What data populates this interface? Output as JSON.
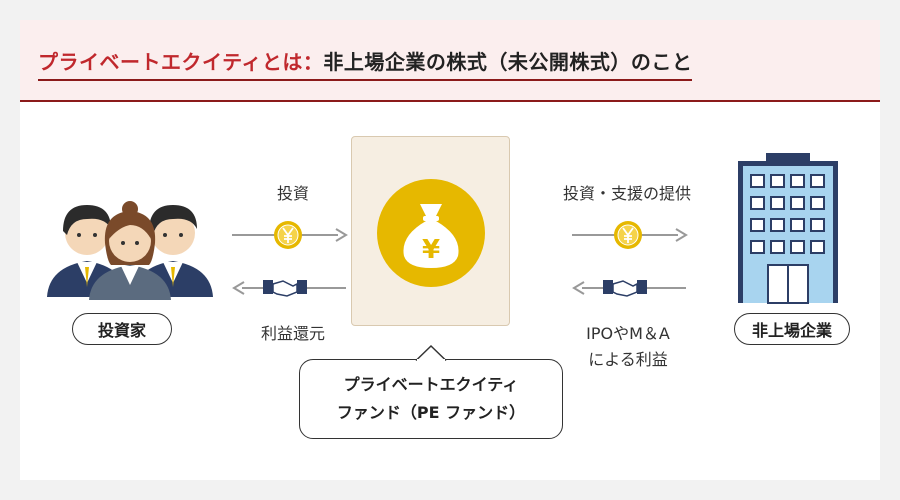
{
  "header": {
    "title_accent": "プライベートエクイティとは：",
    "title_rest": "非上場企業の株式（未公開株式）のこと"
  },
  "investor": {
    "label": "投資家"
  },
  "company": {
    "label": "非上場企業"
  },
  "flows": {
    "left_top": "投資",
    "left_bottom": "利益還元",
    "right_top": "投資・支援の提供",
    "right_bottom_line1": "IPOやM＆A",
    "right_bottom_line2": "による利益"
  },
  "fund": {
    "line1": "プライベートエクイティ",
    "line2": "ファンド（PE ファンド）",
    "currency_symbol": "¥"
  },
  "colors": {
    "accent_red": "#c0282d",
    "header_bg": "#fbeeee",
    "gold": "#e6b800",
    "navy": "#2c3e66",
    "building_blue": "#a8d4ef",
    "arrow_gray": "#999999"
  }
}
